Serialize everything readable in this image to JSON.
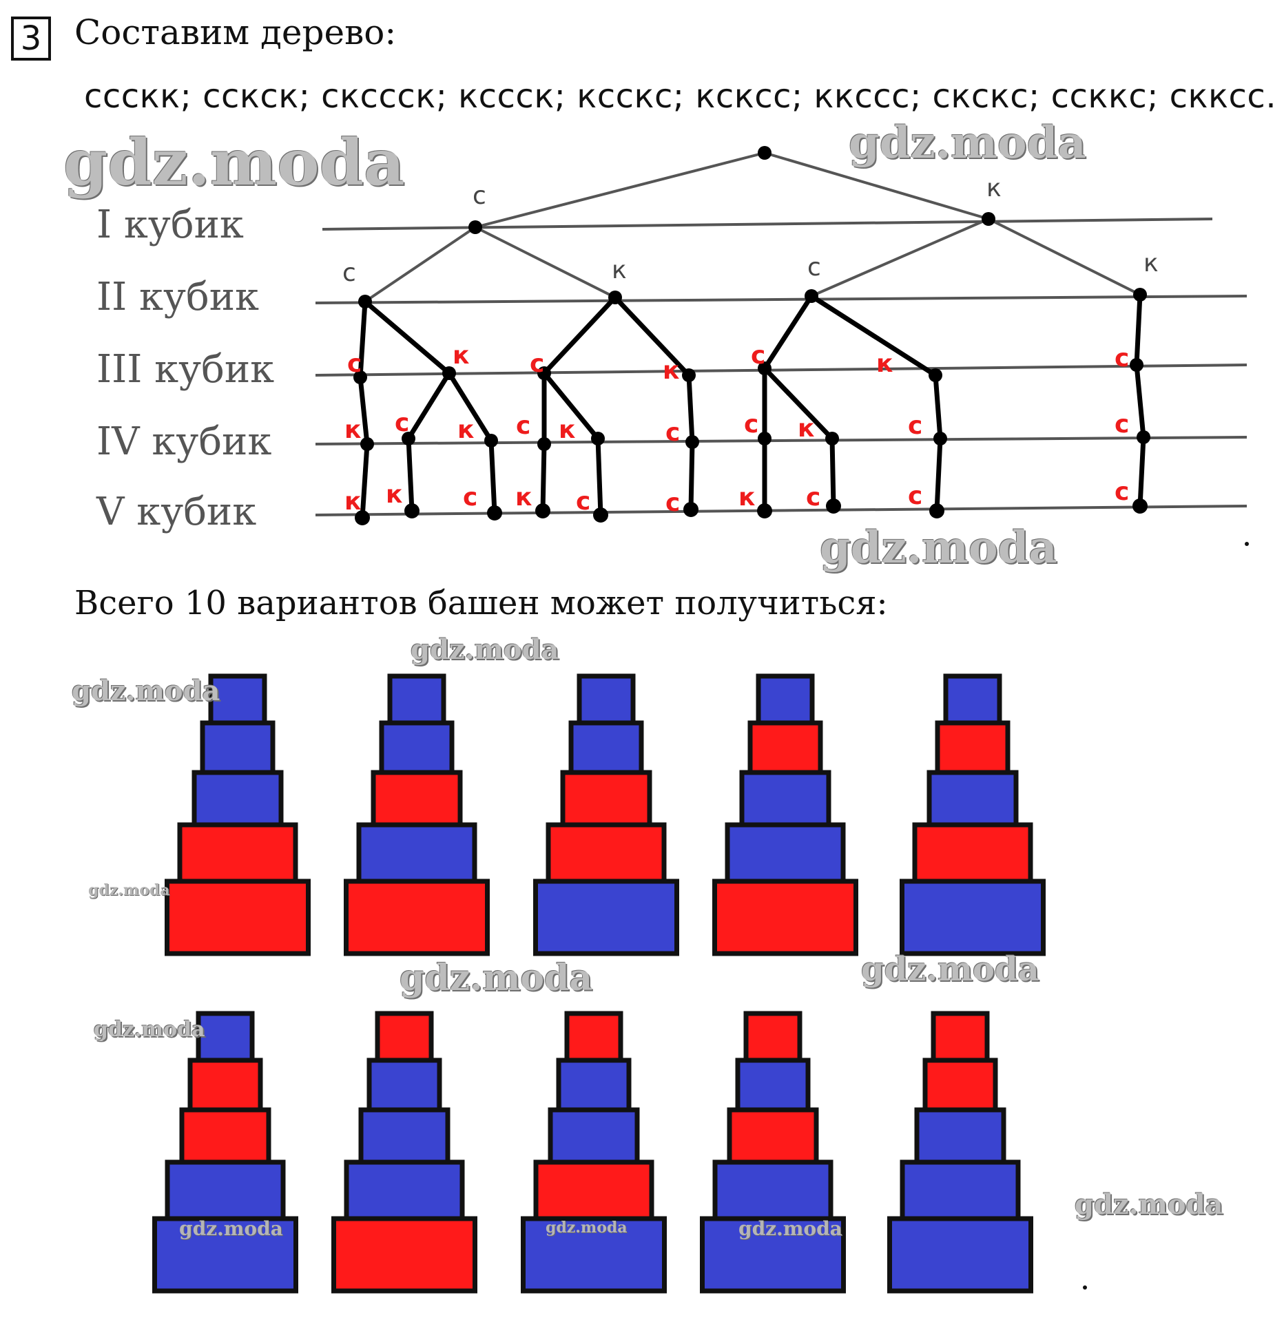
{
  "header": {
    "task_number": "3",
    "heading": "Составим дерево:",
    "sequences": "ссскк; сскск; скссск; кссск; ксскс; кскcc; кксcc; скскс; сcккс; скксс."
  },
  "tree": {
    "levels": [
      "I кубик",
      "II кубик",
      "III кубик",
      "IV кубик",
      "V кубик"
    ],
    "level1": [
      "с",
      "к"
    ],
    "level2": [
      "с",
      "к",
      "с",
      "к"
    ],
    "level3": [
      "с",
      "к",
      "с",
      "к",
      "с",
      "к",
      "с"
    ],
    "level4": [
      "к",
      "с",
      "к",
      "с",
      "к",
      "с",
      "с",
      "к",
      "с",
      "с"
    ],
    "level5": [
      "к",
      "к",
      "с",
      "к",
      "с",
      "с",
      "к",
      "с",
      "с",
      "с"
    ]
  },
  "summary": "Всего 10 вариантов башен может получиться:",
  "colors": {
    "red": "#ff1a1a",
    "blue": "#3a44d0",
    "outline": "#111111",
    "tree_red": "#ee1c1c"
  },
  "towers": [
    {
      "blocks_top_to_bottom": [
        "blue",
        "blue",
        "blue",
        "red",
        "red"
      ]
    },
    {
      "blocks_top_to_bottom": [
        "blue",
        "blue",
        "red",
        "blue",
        "red"
      ]
    },
    {
      "blocks_top_to_bottom": [
        "blue",
        "blue",
        "red",
        "red",
        "blue"
      ]
    },
    {
      "blocks_top_to_bottom": [
        "blue",
        "red",
        "blue",
        "blue",
        "red"
      ]
    },
    {
      "blocks_top_to_bottom": [
        "blue",
        "red",
        "blue",
        "red",
        "blue"
      ]
    },
    {
      "blocks_top_to_bottom": [
        "blue",
        "red",
        "red",
        "blue",
        "blue"
      ]
    },
    {
      "blocks_top_to_bottom": [
        "red",
        "blue",
        "blue",
        "blue",
        "red"
      ]
    },
    {
      "blocks_top_to_bottom": [
        "red",
        "blue",
        "blue",
        "red",
        "blue"
      ]
    },
    {
      "blocks_top_to_bottom": [
        "red",
        "blue",
        "red",
        "blue",
        "blue"
      ]
    },
    {
      "blocks_top_to_bottom": [
        "red",
        "red",
        "blue",
        "blue",
        "blue"
      ]
    }
  ],
  "watermarks": [
    "gdz.moda",
    "gdz.moda",
    "gdz.moda",
    "gdz.moda",
    "gdz.moda",
    "gdz.moda",
    "gdz.moda",
    "gdz.moda",
    "gdz.moda",
    "gdz.moda",
    "gdz.moda",
    "gdz.moda",
    "gdz.moda",
    "gdz.moda"
  ]
}
